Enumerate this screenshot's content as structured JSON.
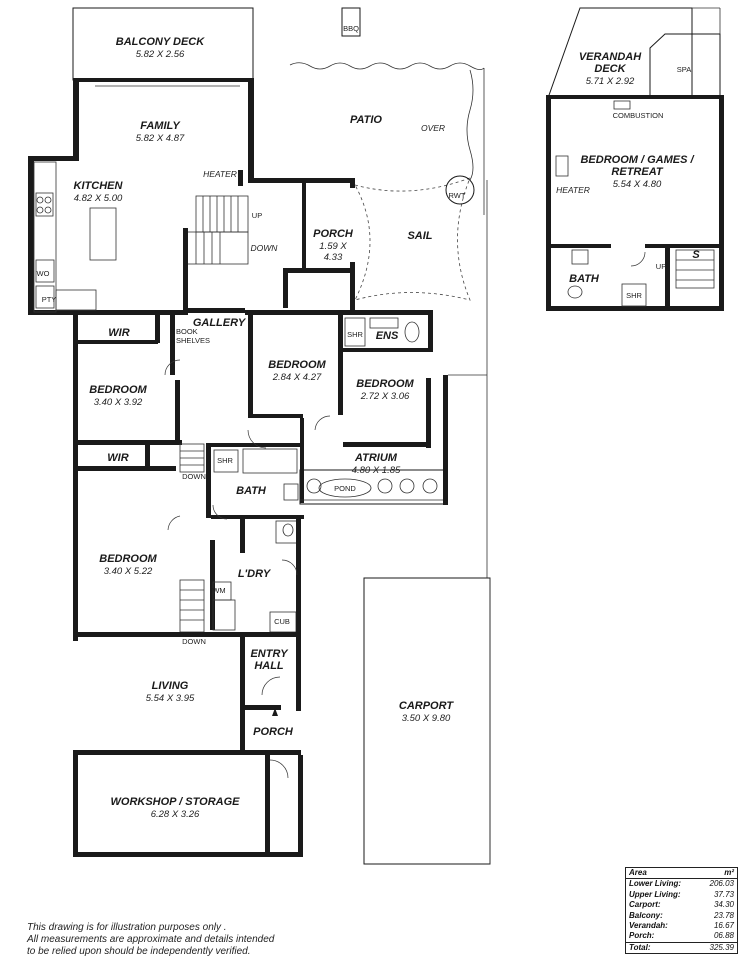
{
  "rooms": {
    "balcony": {
      "name": "BALCONY DECK",
      "dims": "5.82 X 2.56"
    },
    "bbq": {
      "name": "BBQ"
    },
    "family": {
      "name": "FAMILY",
      "dims": "5.82 X 4.87"
    },
    "kitchen": {
      "name": "KITCHEN",
      "dims": "4.82 X 5.00"
    },
    "patio": {
      "name": "PATIO"
    },
    "over": {
      "name": "OVER"
    },
    "heater_lower": {
      "name": "HEATER"
    },
    "porch_upper": {
      "name": "PORCH",
      "dims_a": "1.59 X",
      "dims_b": "4.33"
    },
    "sail": {
      "name": "SAIL"
    },
    "rwt": {
      "name": "RWT"
    },
    "wo": {
      "name": "WO"
    },
    "pty": {
      "name": "PTY"
    },
    "up": {
      "name": "UP"
    },
    "down_upper": {
      "name": "DOWN"
    },
    "gallery": {
      "name": "GALLERY"
    },
    "book_shelves": {
      "line1": "BOOK",
      "line2": "SHELVES"
    },
    "wir_top": {
      "name": "WIR"
    },
    "bedroom1": {
      "name": "BEDROOM",
      "dims": "3.40 X 3.92"
    },
    "bedroom2": {
      "name": "BEDROOM",
      "dims": "2.84 X 4.27"
    },
    "bedroom3": {
      "name": "BEDROOM",
      "dims": "2.72 X 3.06"
    },
    "shr_ens": {
      "name": "SHR"
    },
    "ens": {
      "name": "ENS"
    },
    "atrium": {
      "name": "ATRIUM",
      "dims": "4.80 X 1.85"
    },
    "pond": {
      "name": "POND"
    },
    "wir_mid": {
      "name": "WIR"
    },
    "down_mid": {
      "name": "DOWN"
    },
    "shr_bath": {
      "name": "SHR"
    },
    "bath": {
      "name": "BATH"
    },
    "bedroom4": {
      "name": "BEDROOM",
      "dims": "3.40 X 5.22"
    },
    "ldry": {
      "name": "L'DRY"
    },
    "wm": {
      "name": "WM"
    },
    "cub": {
      "name": "CUB"
    },
    "down_low": {
      "name": "DOWN"
    },
    "entry_hall": {
      "line1": "ENTRY",
      "line2": "HALL"
    },
    "living": {
      "name": "LIVING",
      "dims": "5.54 X 3.95"
    },
    "porch_lower": {
      "name": "PORCH"
    },
    "workshop": {
      "name": "WORKSHOP / STORAGE",
      "dims": "6.28 X 3.26"
    },
    "carport": {
      "name": "CARPORT",
      "dims": "3.50 X 9.80"
    }
  },
  "upper": {
    "verandah": {
      "line1": "VERANDAH",
      "line2": "DECK",
      "dims": "5.71 X 2.92"
    },
    "spa": {
      "name": "SPA"
    },
    "combustion": {
      "name": "COMBUSTION"
    },
    "games": {
      "line1": "BEDROOM / GAMES /",
      "line2": "RETREAT",
      "dims": "5.54 X 4.80"
    },
    "heater": {
      "name": "HEATER"
    },
    "bath": {
      "name": "BATH"
    },
    "shr": {
      "name": "SHR"
    },
    "up": {
      "name": "UP"
    },
    "s": {
      "name": "S"
    }
  },
  "disclaimer": {
    "line1": "This drawing is for illustration purposes only .",
    "line2": "All measurements are approximate and details intended",
    "line3": "to be relied upon should be independently verified."
  },
  "area_table": {
    "header_label": "Area",
    "header_unit": "m²",
    "rows": [
      {
        "label": "Lower Living:",
        "value": "206.03"
      },
      {
        "label": "Upper Living:",
        "value": "37.73"
      },
      {
        "label": "Carport:",
        "value": "34.30"
      },
      {
        "label": "Balcony:",
        "value": "23.78"
      },
      {
        "label": "Verandah:",
        "value": "16.67"
      },
      {
        "label": "Porch:",
        "value": "06.88"
      }
    ],
    "total_label": "Total:",
    "total_value": "325.39"
  }
}
